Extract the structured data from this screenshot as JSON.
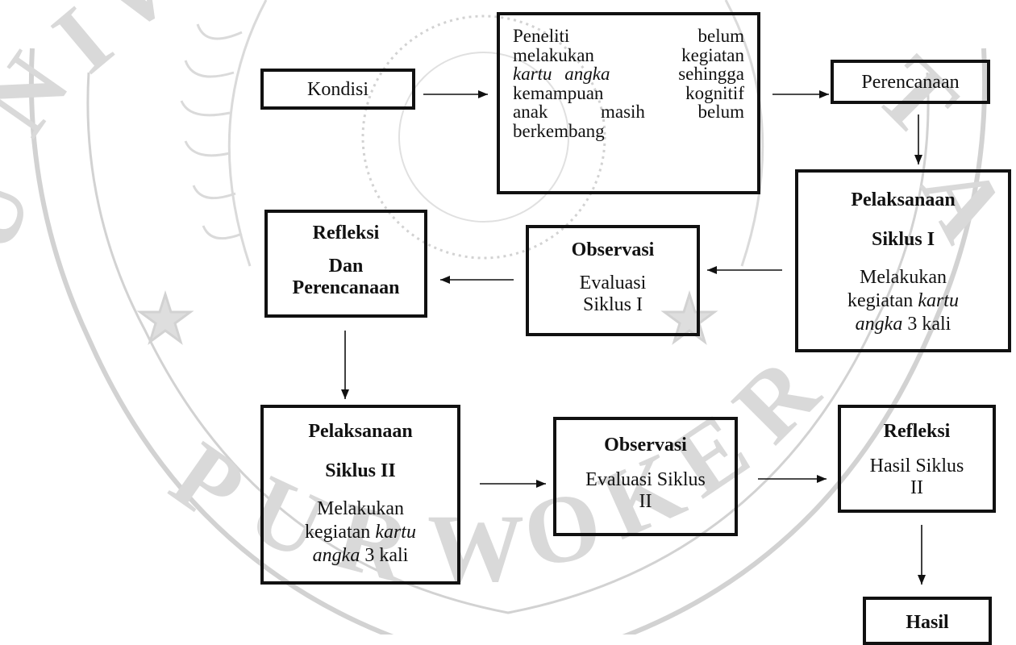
{
  "watermark": {
    "top_text": "UNIVERSITAS MUHAMMADIYAH",
    "bottom_text": "PURWOKERTO"
  },
  "colors": {
    "box_border": "#111111",
    "arrow": "#111111",
    "watermark": "#cfcfcf"
  },
  "nodes": {
    "kondisi": {
      "label": "Kondisi"
    },
    "kondisi_desc": {
      "lines": [
        [
          "Peneliti",
          "belum"
        ],
        [
          "melakukan",
          "kegiatan"
        ],
        [
          "kartu angka",
          "sehingga"
        ],
        [
          "kemampuan",
          "kognitif"
        ],
        [
          "anak",
          "masih",
          "belum"
        ],
        [
          "berkembang"
        ]
      ]
    },
    "perencanaan": {
      "label": "Perencanaan"
    },
    "pelaksanaan_1": {
      "title": "Pelaksanaan",
      "subtitle": "Siklus I",
      "desc_pre": "Melakukan",
      "desc_mid": "kegiatan ",
      "desc_italic_1": "kartu",
      "desc_italic_2": "angka",
      "desc_post": " 3 kali"
    },
    "observasi_1": {
      "title": "Observasi",
      "line1": "Evaluasi",
      "line2": "Siklus I"
    },
    "refleksi_1": {
      "title": "Refleksi",
      "line1": "Dan",
      "line2": "Perencanaan"
    },
    "pelaksanaan_2": {
      "title": "Pelaksanaan",
      "subtitle": "Siklus II",
      "desc_pre": "Melakukan",
      "desc_mid": "kegiatan ",
      "desc_italic_1": "kartu",
      "desc_italic_2": "angka",
      "desc_post": " 3 kali"
    },
    "observasi_2": {
      "title": "Observasi",
      "line1": "Evaluasi Siklus",
      "line2": "II"
    },
    "refleksi_2": {
      "title": "Refleksi",
      "line1": "Hasil Siklus",
      "line2": "II"
    },
    "hasil": {
      "title": "Hasil"
    }
  }
}
